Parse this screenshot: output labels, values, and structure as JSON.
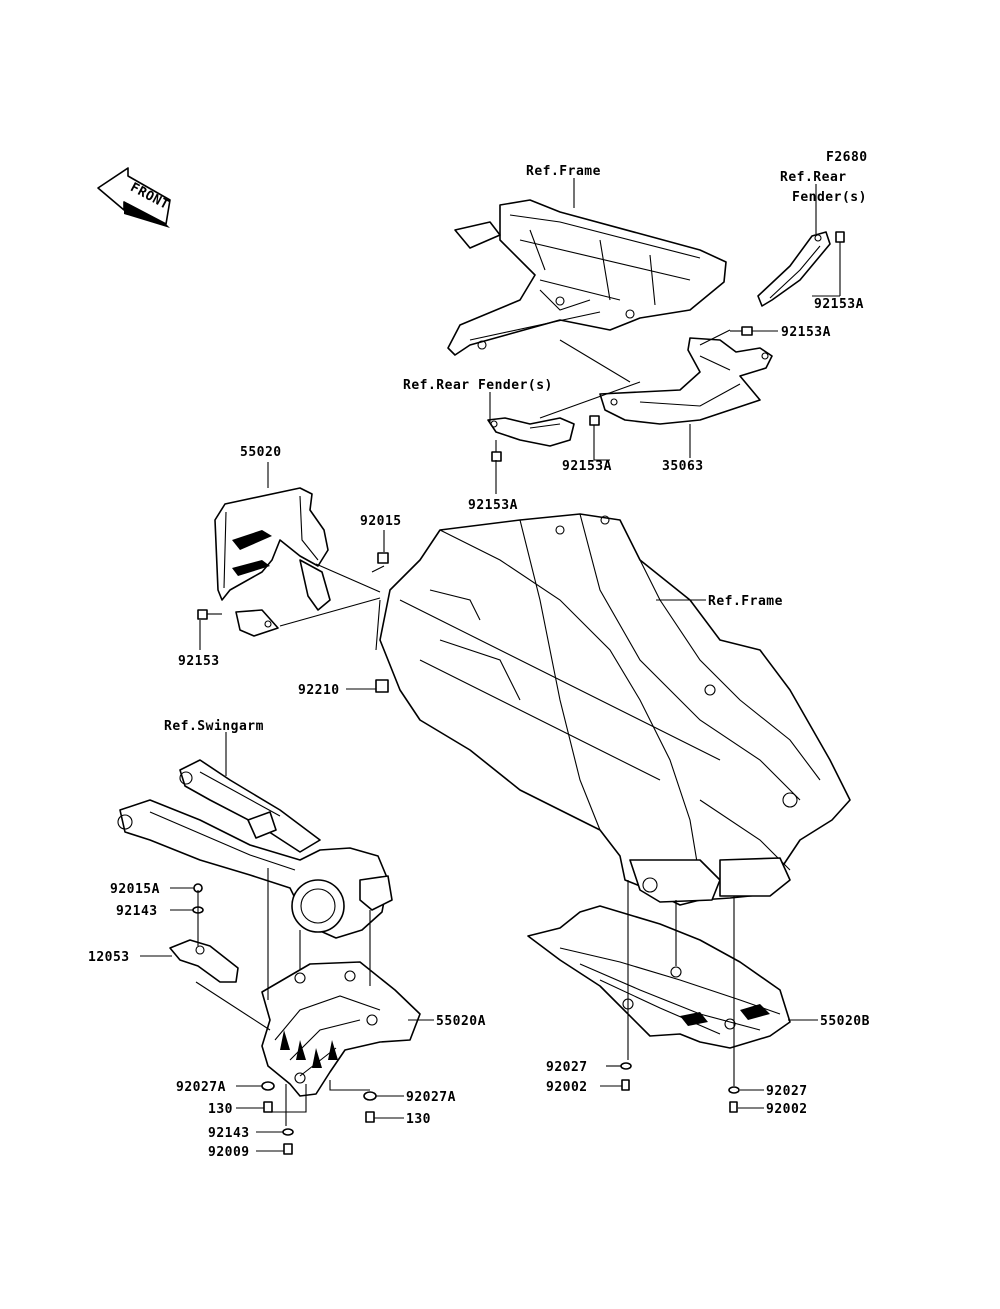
{
  "figure_code": "F2680",
  "front_badge": "FRONT",
  "ref_labels": {
    "frame_top": "Ref.Frame",
    "rear_fender_top_line1": "Ref.Rear",
    "rear_fender_top_line2": "Fender(s)",
    "rear_fender_mid": "Ref.Rear Fender(s)",
    "frame_main": "Ref.Frame",
    "swingarm": "Ref.Swingarm"
  },
  "part_numbers": {
    "p92153A_a": "92153A",
    "p92153A_b": "92153A",
    "p92153A_c": "92153A",
    "p92153A_d": "92153A",
    "p35063": "35063",
    "p55020": "55020",
    "p92015": "92015",
    "p92153": "92153",
    "p92210": "92210",
    "p92015A": "92015A",
    "p92143_a": "92143",
    "p12053": "12053",
    "p55020A": "55020A",
    "p92027A_a": "92027A",
    "p130_a": "130",
    "p92143_b": "92143",
    "p92009": "92009",
    "p92027A_b": "92027A",
    "p130_b": "130",
    "p55020B": "55020B",
    "p92027_a": "92027",
    "p92002_a": "92002",
    "p92027_b": "92027",
    "p92002_b": "92002"
  },
  "colors": {
    "line": "#000000",
    "background": "#ffffff"
  }
}
